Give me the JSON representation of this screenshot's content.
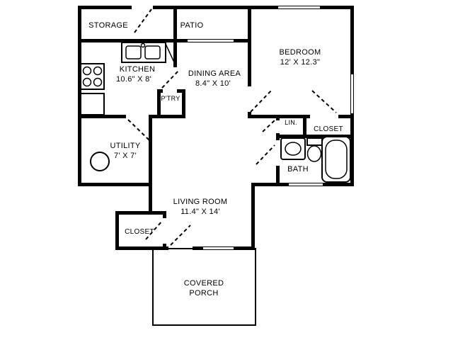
{
  "colors": {
    "wall": "#000000",
    "background": "#ffffff",
    "line": "#000000"
  },
  "rooms": {
    "storage": {
      "label": "STORAGE"
    },
    "patio": {
      "label": "PATIO"
    },
    "bedroom": {
      "label": "BEDROOM",
      "dimensions": "12' X 12.3\""
    },
    "kitchen": {
      "label": "KITCHEN",
      "dimensions": "10.6\" X 8'"
    },
    "dining_area": {
      "label": "DINING AREA",
      "dimensions": "8.4\" X 10'"
    },
    "pantry": {
      "label": "P'TRY"
    },
    "utility": {
      "label": "UTILITY",
      "dimensions": "7' X 7'"
    },
    "linen": {
      "label": "LIN."
    },
    "closet_hall": {
      "label": "CLOSET"
    },
    "bath": {
      "label": "BATH"
    },
    "living_room": {
      "label": "LIVING ROOM",
      "dimensions": "11.4\" X 14'"
    },
    "closet_living": {
      "label": "CLOSET"
    },
    "covered_porch": {
      "label_line1": "COVERED",
      "label_line2": "PORCH"
    }
  },
  "fixtures": {
    "kitchen_sink": "double kitchen sink",
    "stove": "4-burner stove",
    "refrigerator": "refrigerator",
    "water_heater": "water heater",
    "bath_vanity": "bathroom sink",
    "toilet": "toilet",
    "bathtub": "bathtub"
  }
}
